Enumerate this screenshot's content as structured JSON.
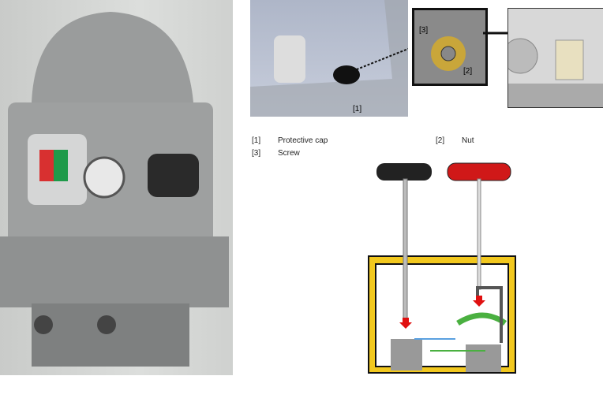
{
  "legend": [
    {
      "num": "[1]",
      "label": "Protective cap"
    },
    {
      "num": "[2]",
      "label": "Nut"
    },
    {
      "num": "[3]",
      "label": "Screw"
    }
  ],
  "callouts": {
    "c1": "[1]",
    "c2": "[2]",
    "c3": "[3]"
  }
}
